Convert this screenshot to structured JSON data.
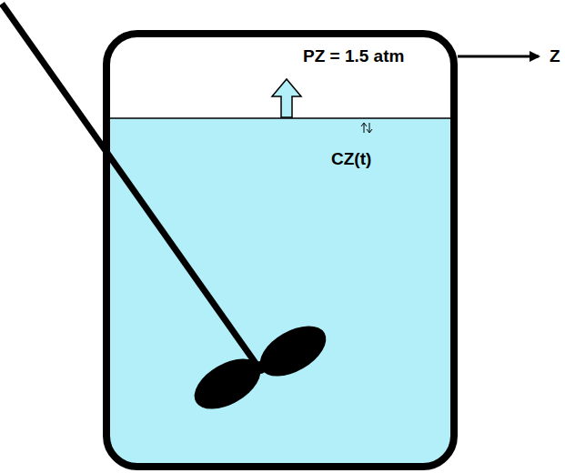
{
  "diagram": {
    "labels": [
      "PZ = 1.5 atm",
      "CZ(t)",
      "Z"
    ]
  }
}
